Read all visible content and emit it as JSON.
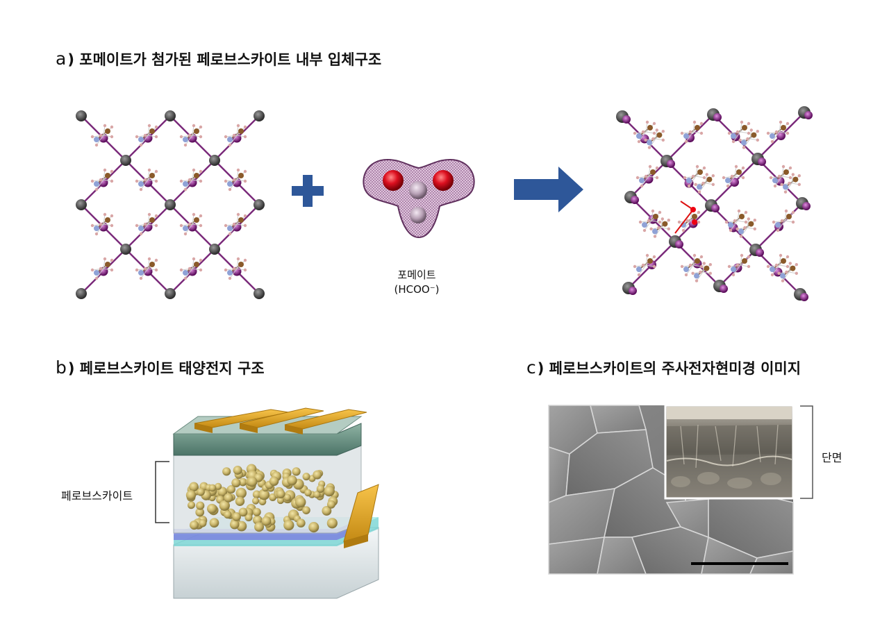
{
  "panel_a": {
    "letter": "a",
    "title": "포메이트가 첨가된 페로브스카이트 내부 입체구조",
    "molecule_name": "포메이트",
    "molecule_formula": "(HCOO⁻)"
  },
  "panel_b": {
    "letter": "b",
    "title": "페로브스카이트 태양전지 구조",
    "layer_label": "페로브스카이트"
  },
  "panel_c": {
    "letter": "c",
    "title": "페로브스카이트의 주사전자현미경 이미지",
    "inset_label": "단면"
  }
}
